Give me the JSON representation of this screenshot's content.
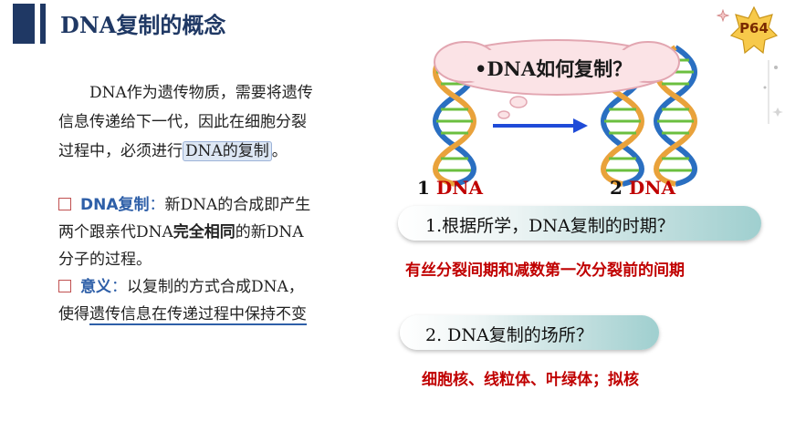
{
  "header": {
    "title": "DNA复制的概念"
  },
  "badge": {
    "label": "P64"
  },
  "intro": {
    "line1": "DNA作为遗传物质，需要将遗传",
    "line2": "信息传递给下一代，因此在细胞分裂",
    "line3_pre": "过程中，必须进行",
    "line3_hl": "DNA的复制",
    "line3_post": "。"
  },
  "definition": {
    "term": "DNA复制",
    "colon": "：",
    "part1": "新DNA的合成即产生",
    "part2": "两个跟亲代DNA",
    "emph": "完全相同",
    "part3": "的新DNA",
    "part4": "分子的过程。"
  },
  "meaning": {
    "term": "意义",
    "colon": "：",
    "part1": "以复制的方式合成DNA，",
    "part2_pre": "使得",
    "part2_ul": "遗传信息在传递过程中保持不变"
  },
  "figure": {
    "cloud_text": "•DNA如何复制？",
    "left_num": "1 ",
    "left_word": "DNA",
    "right_num": "2 ",
    "right_word": "DNA",
    "colors": {
      "strand_blue": "#2a6fc1",
      "strand_orange": "#e9a23b",
      "rung_green": "#6bbf3f",
      "arrow": "#1f4bd8"
    }
  },
  "questions": [
    {
      "text": "1.根据所学，DNA复制的时期？",
      "answer": "有丝分裂间期和减数第一次分裂前的间期"
    },
    {
      "text": "2. DNA复制的场所？",
      "answer": "细胞核、线粒体、叶绿体；拟核"
    }
  ]
}
